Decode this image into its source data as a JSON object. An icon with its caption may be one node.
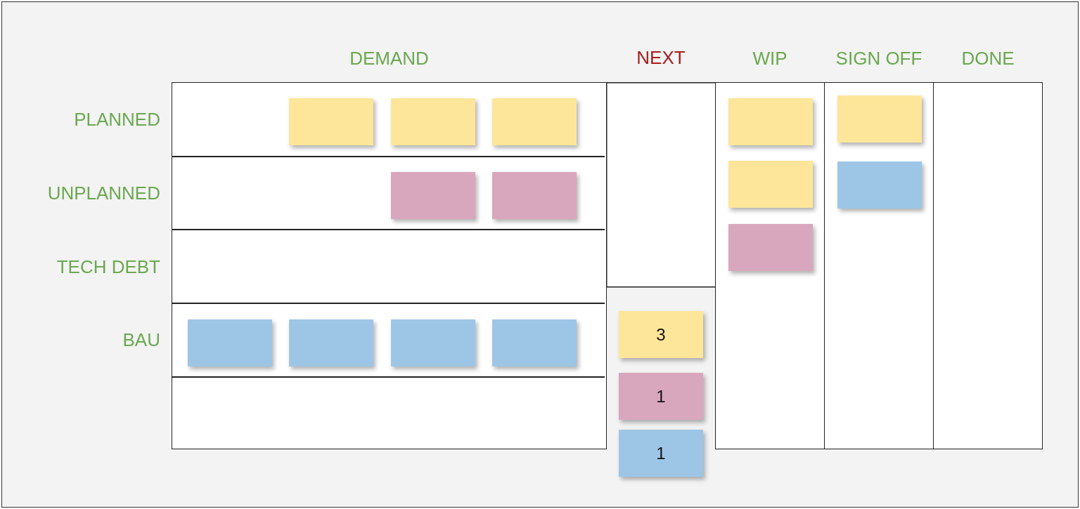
{
  "diagram": {
    "nodes": [
      {
        "text": [
          "DEMAND"
        ]
      },
      {
        "text": [],
        "shape": "box",
        "in": 0
      },
      {
        "text": [],
        "shape": "box",
        "in": 0
      },
      {
        "text": [],
        "shape": "box",
        "in": 0
      },
      {
        "text": [],
        "shape": "box",
        "in": 0
      },
      {
        "text": [],
        "shape": "box",
        "in": 0
      },
      {
        "text": [],
        "shape": "box",
        "in": 0
      },
      {
        "text": [],
        "shape": "box",
        "in": 0
      },
      {
        "text": [],
        "shape": "box",
        "in": 0
      },
      {
        "text": [],
        "shape": "box",
        "in": 0
      },
      {
        "text": [
          "NEXT"
        ]
      },
      {
        "text": [
          "3"
        ],
        "in": 10
      },
      {
        "text": [
          "1"
        ],
        "in": 10
      },
      {
        "text": [
          "1"
        ],
        "in": 10
      },
      {
        "text": [
          "WIP"
        ]
      },
      {
        "text": [],
        "shape": "box",
        "in": 14
      },
      {
        "text": [],
        "shape": "box",
        "in": 14
      },
      {
        "text": [],
        "shape": "box",
        "in": 14
      },
      {
        "text": [
          "SIGN OFF"
        ]
      },
      {
        "text": [],
        "shape": "box",
        "in": 18
      },
      {
        "text": [],
        "shape": "box",
        "in": 18
      },
      {
        "text": [
          "DONE"
        ]
      }
    ],
    "edges": [],
    "labels": [
      "PLANNED",
      "UNPLANNED",
      "TECH DEBT",
      "BAU"
    ]
  }
}
